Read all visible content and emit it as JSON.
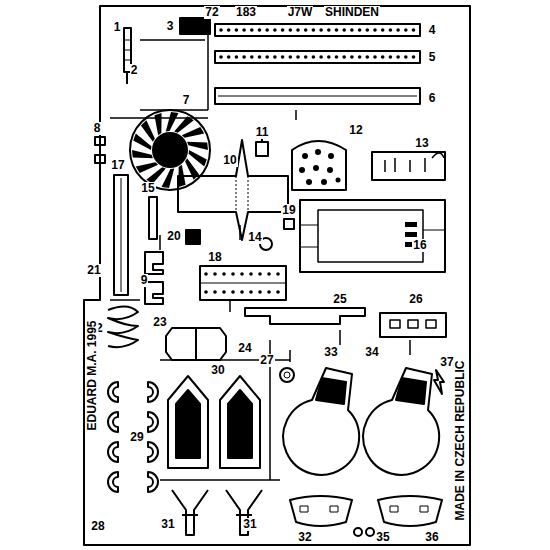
{
  "diagram": {
    "labels": [
      "1",
      "2",
      "3",
      "72",
      "183",
      "J7W",
      "SHINDEN",
      "4",
      "5",
      "6",
      "7",
      "8",
      "9",
      "10",
      "11",
      "12",
      "13",
      "14",
      "15",
      "16",
      "17",
      "18",
      "19",
      "20",
      "21",
      "22",
      "23",
      "24",
      "25",
      "26",
      "27",
      "28",
      "29",
      "30",
      "31",
      "31",
      "32",
      "33",
      "34",
      "35",
      "36",
      "37",
      "EDUARD M.A. 1995",
      "MADE IN CZECH REPUBLIC"
    ]
  }
}
